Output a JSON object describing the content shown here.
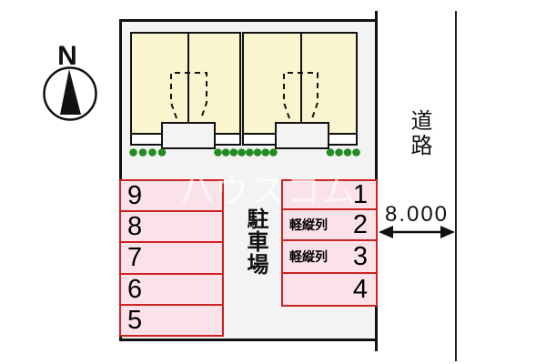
{
  "compass": {
    "label": "N"
  },
  "road": {
    "label": "道路"
  },
  "dimension": {
    "value": "8.000"
  },
  "parking_area": {
    "label": "駐車場"
  },
  "parking": {
    "left_column": [
      "9",
      "8",
      "7",
      "6",
      "5"
    ],
    "right_column": [
      {
        "number": "1",
        "tag": ""
      },
      {
        "number": "2",
        "tag": "軽縦列"
      },
      {
        "number": "3",
        "tag": "軽縦列"
      },
      {
        "number": "4",
        "tag": ""
      }
    ]
  },
  "watermark": "ハウスコム",
  "colors": {
    "site_fill": "#F3F3F3",
    "building_fill": "#FAF5CE",
    "parking_fill": "#FBE1E8",
    "parking_border": "#CC2222",
    "shrub_green": "#228B22",
    "line_black": "#111111"
  }
}
